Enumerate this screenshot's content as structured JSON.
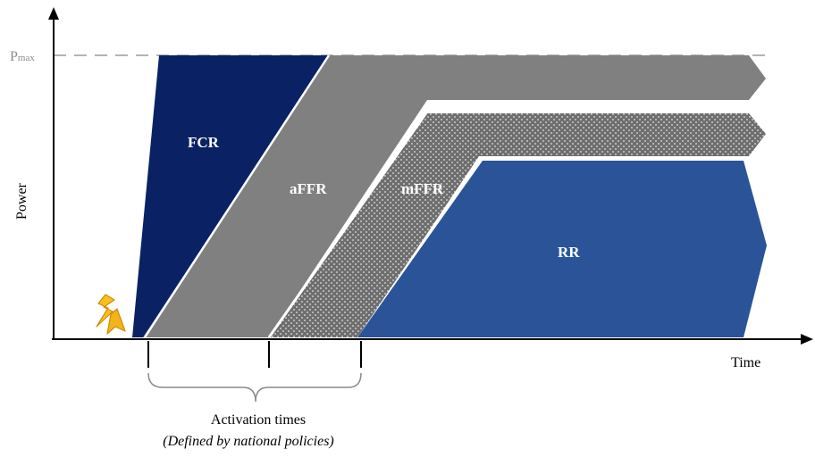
{
  "diagram": {
    "axes": {
      "y_label": "Power",
      "x_label": "Time",
      "pmax_main": "P",
      "pmax_sub": "max"
    },
    "regions": {
      "fcr": "FCR",
      "affr": "aFFR",
      "mffr": "mFFR",
      "rr": "RR"
    },
    "caption": {
      "line1": "Activation times",
      "line2": "(Defined by national policies)"
    },
    "colors": {
      "fcr": "#0a2263",
      "affr": "#808080",
      "mffr": "#6e6e6e",
      "rr": "#2b5498",
      "lightning": "#f2b418",
      "pmax_line": "#9a9a9a"
    },
    "icons": {
      "event": "lightning-icon"
    }
  }
}
